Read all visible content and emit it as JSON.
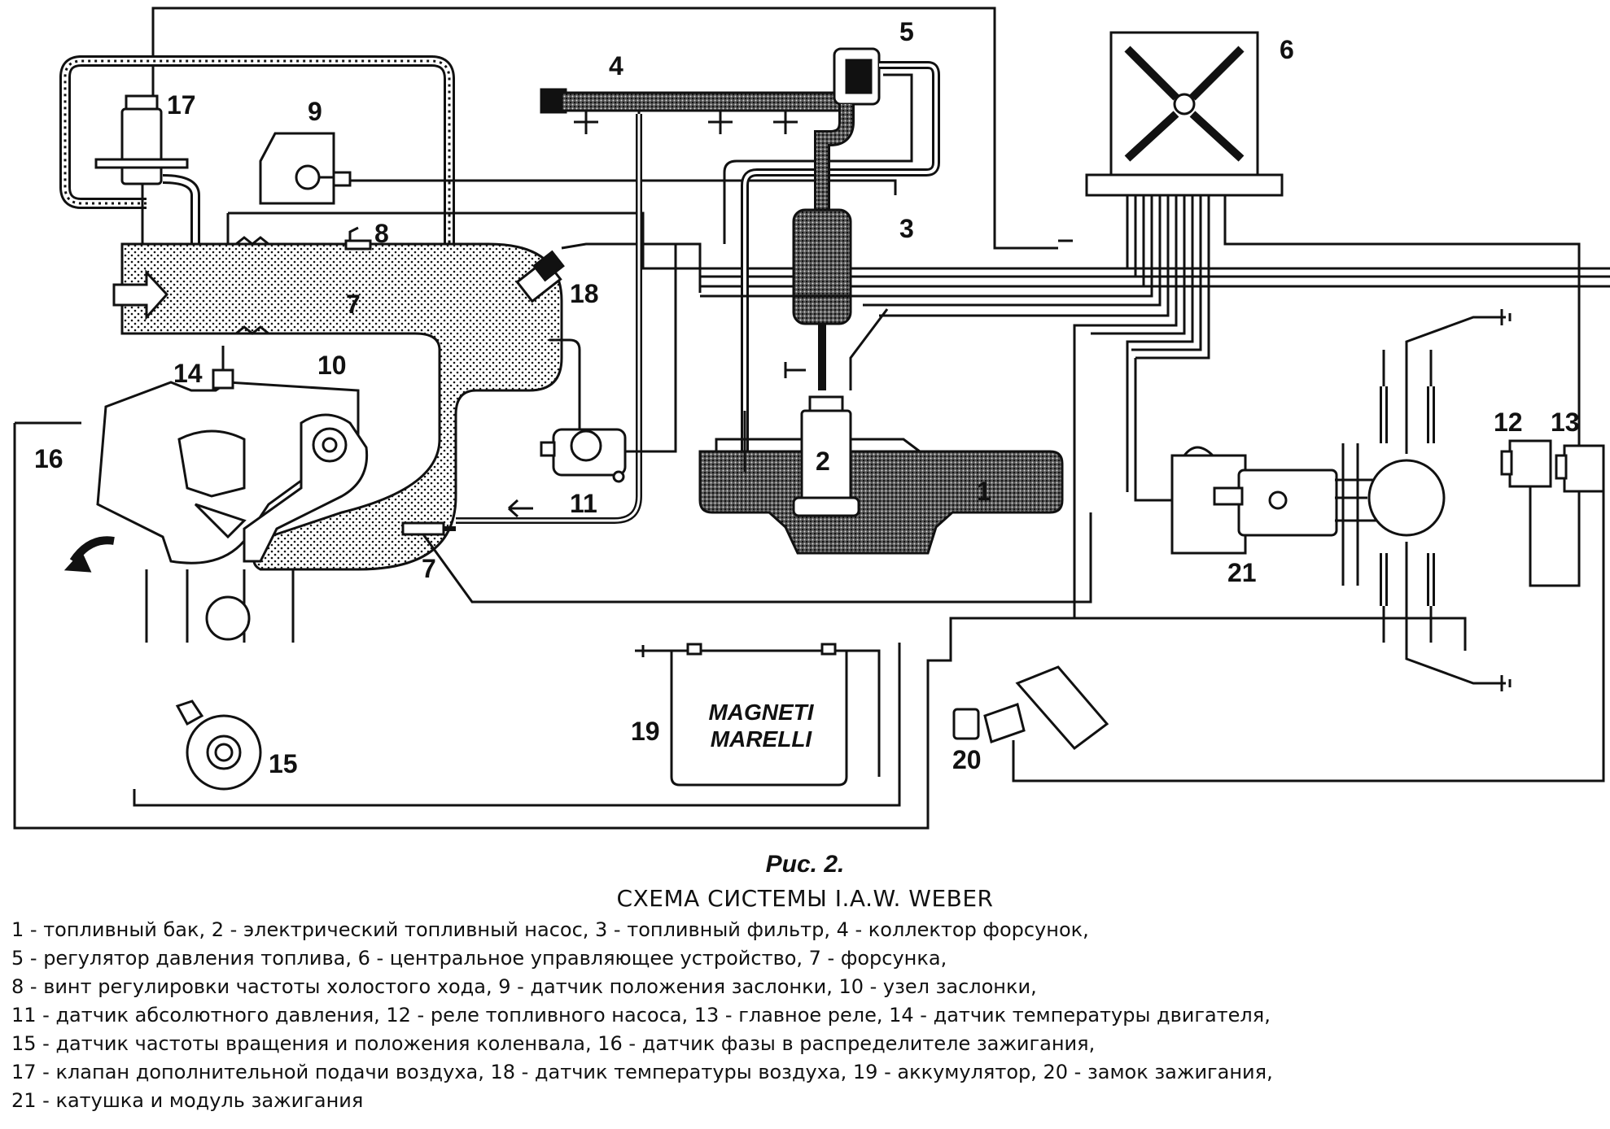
{
  "diagram": {
    "labels": {
      "l1": "1",
      "l2": "2",
      "l3": "3",
      "l4": "4",
      "l5": "5",
      "l6": "6",
      "l7a": "7",
      "l7b": "7",
      "l8": "8",
      "l9": "9",
      "l10": "10",
      "l11": "11",
      "l12": "12",
      "l13": "13",
      "l14": "14",
      "l15": "15",
      "l16": "16",
      "l17": "17",
      "l18": "18",
      "l19": "19",
      "l20": "20",
      "l21": "21"
    },
    "battery_brand_line1": "MAGNETI",
    "battery_brand_line2": "MARELLI"
  },
  "caption": {
    "title": "Рис. 2.",
    "subtitle": "СХЕМА СИСТЕМЫ I.A.W. WEBER",
    "legend_lines": [
      "1 - топливный бак, 2 - электрический топливный насос, 3 - топливный фильтр, 4 - коллектор форсунок,",
      "5 - регулятор давления топлива, 6 - центральное управляющее устройство, 7 - форсунка,",
      "8 - винт регулировки частоты холостого хода, 9 - датчик положения заслонки, 10 - узел заслонки,",
      "11 - датчик абсолютного давления, 12 - реле топливного насоса, 13 - главное реле, 14 - датчик температуры двигателя,",
      "15 - датчик частоты вращения и положения коленвала, 16 - датчик фазы в распределителе зажигания,",
      "17 - клапан дополнительной подачи воздуха, 18 - датчик температуры воздуха, 19 - аккумулятор, 20 - замок зажигания,",
      "21 - катушка и модуль зажигания"
    ]
  },
  "colors": {
    "ink": "#111111",
    "paper": "#ffffff"
  }
}
